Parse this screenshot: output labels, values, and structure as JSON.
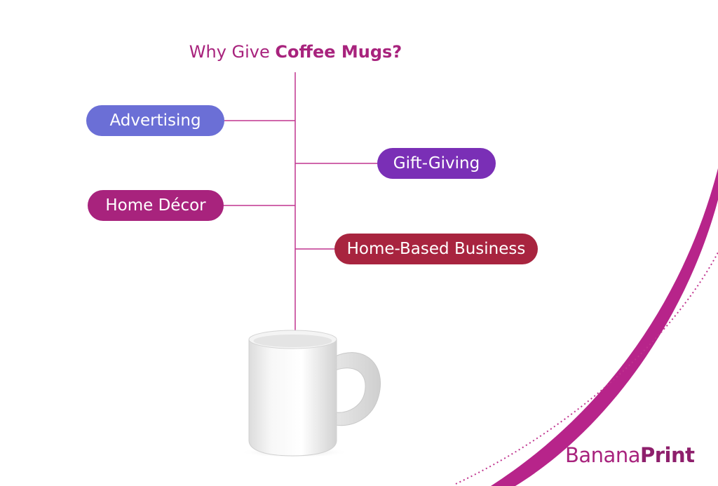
{
  "title": {
    "prefix": "Why Give ",
    "emphasis": "Coffee Mugs?"
  },
  "branches": [
    {
      "label": "Advertising",
      "side": "left",
      "color": "#6b6fd6"
    },
    {
      "label": "Gift-Giving",
      "side": "right",
      "color": "#7a2fb6"
    },
    {
      "label": "Home Décor",
      "side": "left",
      "color": "#a8237d"
    },
    {
      "label": "Home-Based Business",
      "side": "right",
      "color": "#a8243f"
    }
  ],
  "logo": {
    "part1": "Banana",
    "part2": "Print"
  },
  "colors": {
    "accent": "#a8237d",
    "line": "#c0358f",
    "swoosh": "#b7248a"
  },
  "icons": [
    "white-coffee-mug-icon"
  ]
}
